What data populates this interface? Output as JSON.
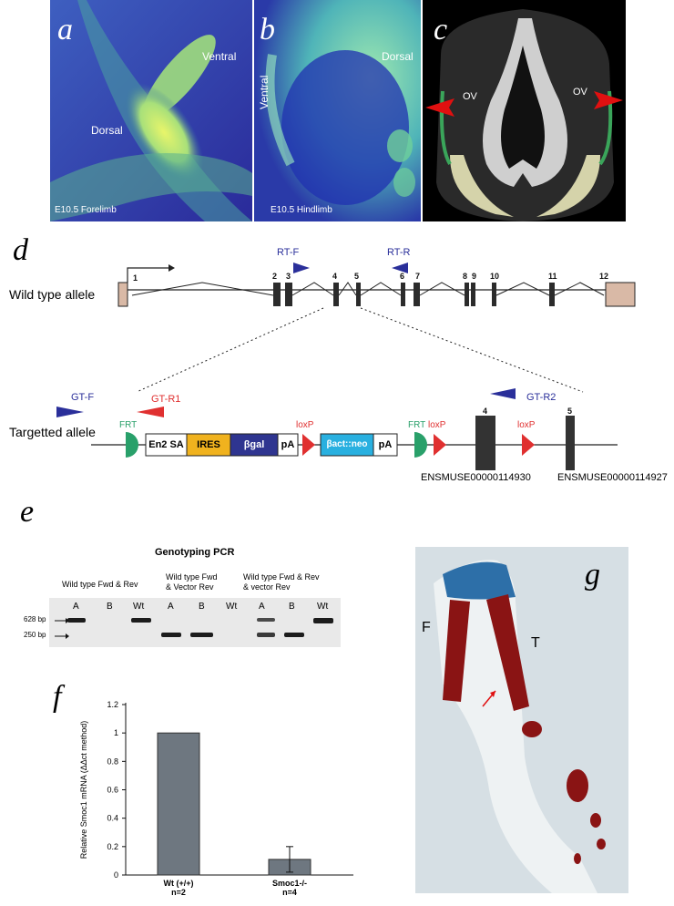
{
  "figure": {
    "panels": {
      "a": {
        "letter": "a",
        "dorsal": "Dorsal",
        "ventral": "Ventral",
        "caption": "E10.5 Forelimb"
      },
      "b": {
        "letter": "b",
        "dorsal": "Dorsal",
        "ventral": "Ventral",
        "caption": "E10.5 Hindlimb"
      },
      "c": {
        "letter": "c",
        "ov_left": "OV",
        "ov_right": "OV"
      },
      "d": {
        "letter": "d",
        "wt_label": "Wild type allele",
        "tg_label": "Targetted allele",
        "wt_exons": [
          "1",
          "2",
          "3",
          "4",
          "5",
          "6",
          "7",
          "8",
          "9",
          "10",
          "11",
          "12"
        ],
        "rt_f": "RT-F",
        "rt_r": "RT-R",
        "gt_f": "GT-F",
        "gt_r1": "GT-R1",
        "gt_r2": "GT-R2",
        "frt1": "FRT",
        "frt2": "FRT",
        "loxp1": "loxP",
        "loxp2": "loxP",
        "loxp3": "loxP",
        "cassette": [
          "En2 SA",
          "IRES",
          "βgal",
          "pA"
        ],
        "neo": [
          "βact::neo",
          "pA"
        ],
        "tg_exon4": "4",
        "tg_exon5": "5",
        "ens1": "ENSMUSE00000114930",
        "ens2": "ENSMUSE00000114927"
      },
      "e": {
        "letter": "e",
        "title": "Genotyping PCR",
        "groups": [
          "Wild type Fwd & Rev",
          "Wild type Fwd\n& Vector Rev",
          "Wild type Fwd & Rev\n& vector Rev"
        ],
        "lanes": [
          "A",
          "B",
          "Wt",
          "A",
          "B",
          "Wt",
          "A",
          "B",
          "Wt"
        ],
        "size_628": "628 bp",
        "size_250": "250 bp"
      },
      "f": {
        "letter": "f"
      },
      "g": {
        "letter": "g",
        "f_label": "F",
        "t_label": "T"
      }
    }
  },
  "chart_data": {
    "type": "bar",
    "categories": [
      "Wt (+/+)\nn=2",
      "Smoc1-/-\nn=4"
    ],
    "category_lines": [
      [
        "Wt (+/+)",
        "n=2"
      ],
      [
        "Smoc1-/-",
        "n=4"
      ]
    ],
    "values": [
      1.0,
      0.11
    ],
    "error": [
      0,
      0.09
    ],
    "ylabel": "Relative Smoc1 mRNA (ΔΔct method)",
    "yticks": [
      "0",
      "0.2",
      "0.4",
      "0.6",
      "0.8",
      "1",
      "1.2"
    ],
    "ylim": [
      0,
      1.2
    ],
    "bar_color": "#6e7780"
  }
}
